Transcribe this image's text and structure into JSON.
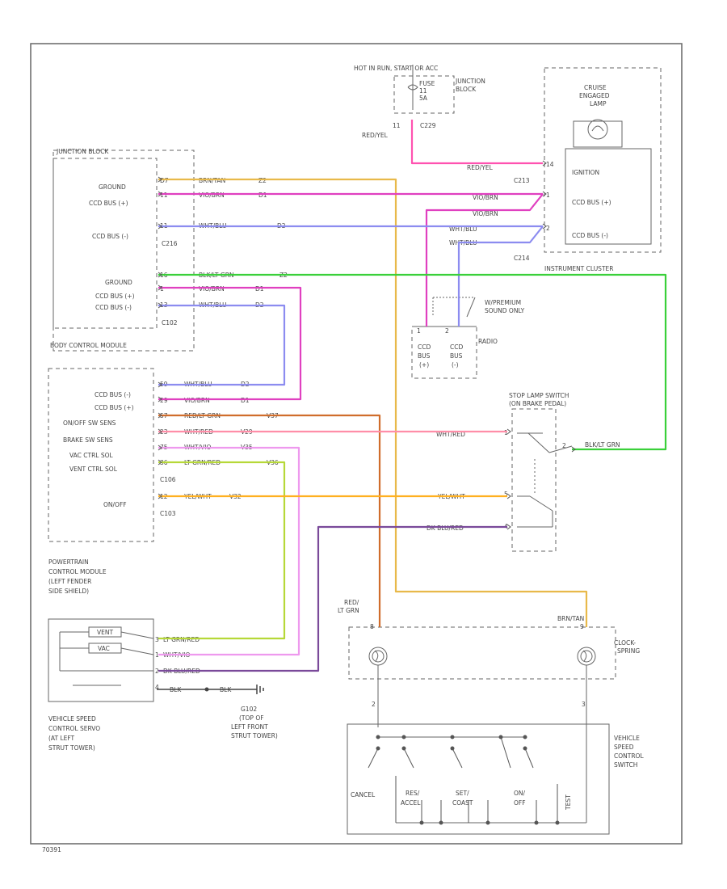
{
  "page_id": "70391",
  "colors": {
    "brn_tan": "#e8b94a",
    "vio_brn": "#e040c0",
    "wht_blu": "#8c8cf0",
    "blk_grn": "#3ad03a",
    "red_lt_grn": "#d06d2c",
    "wht_red": "#ff8ea8",
    "wht_vio": "#ee99ee",
    "lt_grn_red": "#b6d838",
    "yel_wht": "#ffb020",
    "dk_blu_red": "#7a4a9a",
    "red_yel": "#ff52b0",
    "frame": "#666666"
  },
  "hot_feed": {
    "label": "HOT IN RUN, START OR ACC",
    "junction_label_1": "JUNCTION",
    "junction_label_2": "BLOCK",
    "fuse_lines": [
      "FUSE",
      "11",
      "5A"
    ],
    "pin": "11",
    "wire": "RED/YEL",
    "connector": "C229"
  },
  "instrument_cluster": {
    "name": "INSTRUMENT CLUSTER",
    "lamp_lines": [
      "CRUISE",
      "ENGAGED",
      "LAMP"
    ],
    "inputs": [
      "IGNITION",
      "CCD BUS (+)",
      "CCD BUS (-)"
    ],
    "pins": [
      "14",
      "1",
      "2"
    ],
    "connector_top": "C213",
    "connector_bottom": "C214",
    "wires": [
      "RED/YEL",
      "VIO/BRN",
      "VIO/BRN",
      "WHT/BLU",
      "WHT/BLU"
    ]
  },
  "junction_block": {
    "header": "JUNCTION BLOCK",
    "footer": "BODY CONTROL MODULE",
    "rows_top": [
      {
        "name": "GROUND",
        "pin": "D7",
        "wire": "BRN/TAN",
        "code": "Z2"
      },
      {
        "name": "CCD BUS (+)",
        "pin": "11",
        "wire": "VIO/BRN",
        "code": "D1"
      },
      {
        "name": "CCD BUS (-)",
        "pin": "11",
        "wire": "WHT/BLU",
        "code": "D2"
      }
    ],
    "connector_1": "C216",
    "rows_bottom": [
      {
        "name": "GROUND",
        "pin": "16",
        "wire": "BLK/LT GRN",
        "code": "Z2"
      },
      {
        "name": "CCD BUS (+)",
        "pin": "1",
        "wire": "VIO/BRN",
        "code": "D1"
      },
      {
        "name": "CCD BUS (-)",
        "pin": "13",
        "wire": "WHT/BLU",
        "code": "D2"
      }
    ],
    "connector_2": "C102"
  },
  "radio": {
    "note_lines": [
      "W/PREMIUM",
      "SOUND ONLY"
    ],
    "name": "RADIO",
    "pins": [
      "1",
      "2"
    ],
    "labels": [
      [
        "CCD",
        "BUS",
        "(+)"
      ],
      [
        "CCD",
        "BUS",
        "(-)"
      ]
    ]
  },
  "pcm": {
    "name_lines": [
      "POWERTRAIN",
      "CONTROL MODULE",
      "(LEFT FENDER",
      "SIDE SHIELD)"
    ],
    "rows": [
      {
        "name": "CCD BUS (-)",
        "pin": "59",
        "wire": "WHT/BLU",
        "code": "D2"
      },
      {
        "name": "CCD BUS (+)",
        "pin": "29",
        "wire": "VIO/BRN",
        "code": "D1"
      },
      {
        "name": "ON/OFF SW SENS",
        "pin": "57",
        "wire": "RED/LT GRN",
        "code": "V37"
      },
      {
        "name": "BRAKE SW SENS",
        "pin": "23",
        "wire": "WHT/RED",
        "code": "V29"
      },
      {
        "name": "VAC CTRL SOL",
        "pin": "75",
        "wire": "WHT/VIO",
        "code": "V35"
      },
      {
        "name": "VENT CTRL SOL",
        "pin": "36",
        "wire": "LT GRN/RED",
        "code": "V36"
      }
    ],
    "connector_1": "C106",
    "row_onoff": {
      "name": "ON/OFF",
      "pin": "12",
      "wire": "YEL/WHT",
      "code": "V32"
    },
    "connector_2": "C103"
  },
  "stop_lamp_switch": {
    "name_lines": [
      "STOP LAMP SWITCH",
      "(ON BRAKE PEDAL)"
    ],
    "pins": [
      "1",
      "2",
      "5",
      "4"
    ],
    "wires": [
      "WHT/RED",
      "BLK/LT GRN",
      "YEL/WHT",
      "DK BLU/RED"
    ]
  },
  "clockspring": {
    "name_lines": [
      "CLOCK-",
      "SPRING"
    ],
    "left_wire_lines": [
      "RED/",
      "LT GRN"
    ],
    "right_wire": "BRN/TAN",
    "pins_top": [
      "8",
      "9"
    ],
    "pins_bottom": [
      "2",
      "3"
    ]
  },
  "servo": {
    "name_lines": [
      "VEHICLE SPEED",
      "CONTROL SERVO",
      "(AT LEFT",
      "STRUT TOWER)"
    ],
    "coil_labels": [
      "VENT",
      "VAC"
    ],
    "pins": [
      "3",
      "1",
      "2",
      "4"
    ],
    "wires": [
      "LT GRN/RED",
      "WHT/VIO",
      "DK BLU/RED"
    ],
    "ground_wire_1": "BLK",
    "ground_wire_2": "BLK",
    "ground_id": "G102",
    "ground_lines": [
      "(TOP OF",
      "LEFT FRONT",
      "STRUT TOWER)"
    ]
  },
  "speed_switch": {
    "name_lines": [
      "VEHICLE",
      "SPEED",
      "CONTROL",
      "SWITCH"
    ],
    "buttons": [
      [
        "CANCEL"
      ],
      [
        "RES/",
        "ACCEL"
      ],
      [
        "SET/",
        "COAST"
      ],
      [
        "ON/",
        "OFF"
      ]
    ],
    "extra": "TEST"
  }
}
